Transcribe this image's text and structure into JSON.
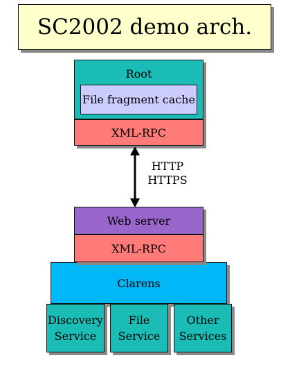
{
  "title": "SC2002 demo arch.",
  "root": {
    "label": "Root",
    "cache": "File fragment cache",
    "rpc": "XML-RPC"
  },
  "link": {
    "protocols": [
      "HTTP",
      "HTTPS"
    ]
  },
  "server": {
    "web_server": "Web server",
    "rpc": "XML-RPC",
    "clarens": "Clarens"
  },
  "services": [
    {
      "line1": "Discovery",
      "line2": "Service"
    },
    {
      "line1": "File",
      "line2": "Service"
    },
    {
      "line1": "Other",
      "line2": "Services"
    }
  ],
  "colors": {
    "title_bg": "#ffffcc",
    "teal": "#1abcb5",
    "lavender": "#ccccff",
    "salmon": "#ff7b79",
    "purple": "#9966cc",
    "blue": "#00b7f7"
  }
}
